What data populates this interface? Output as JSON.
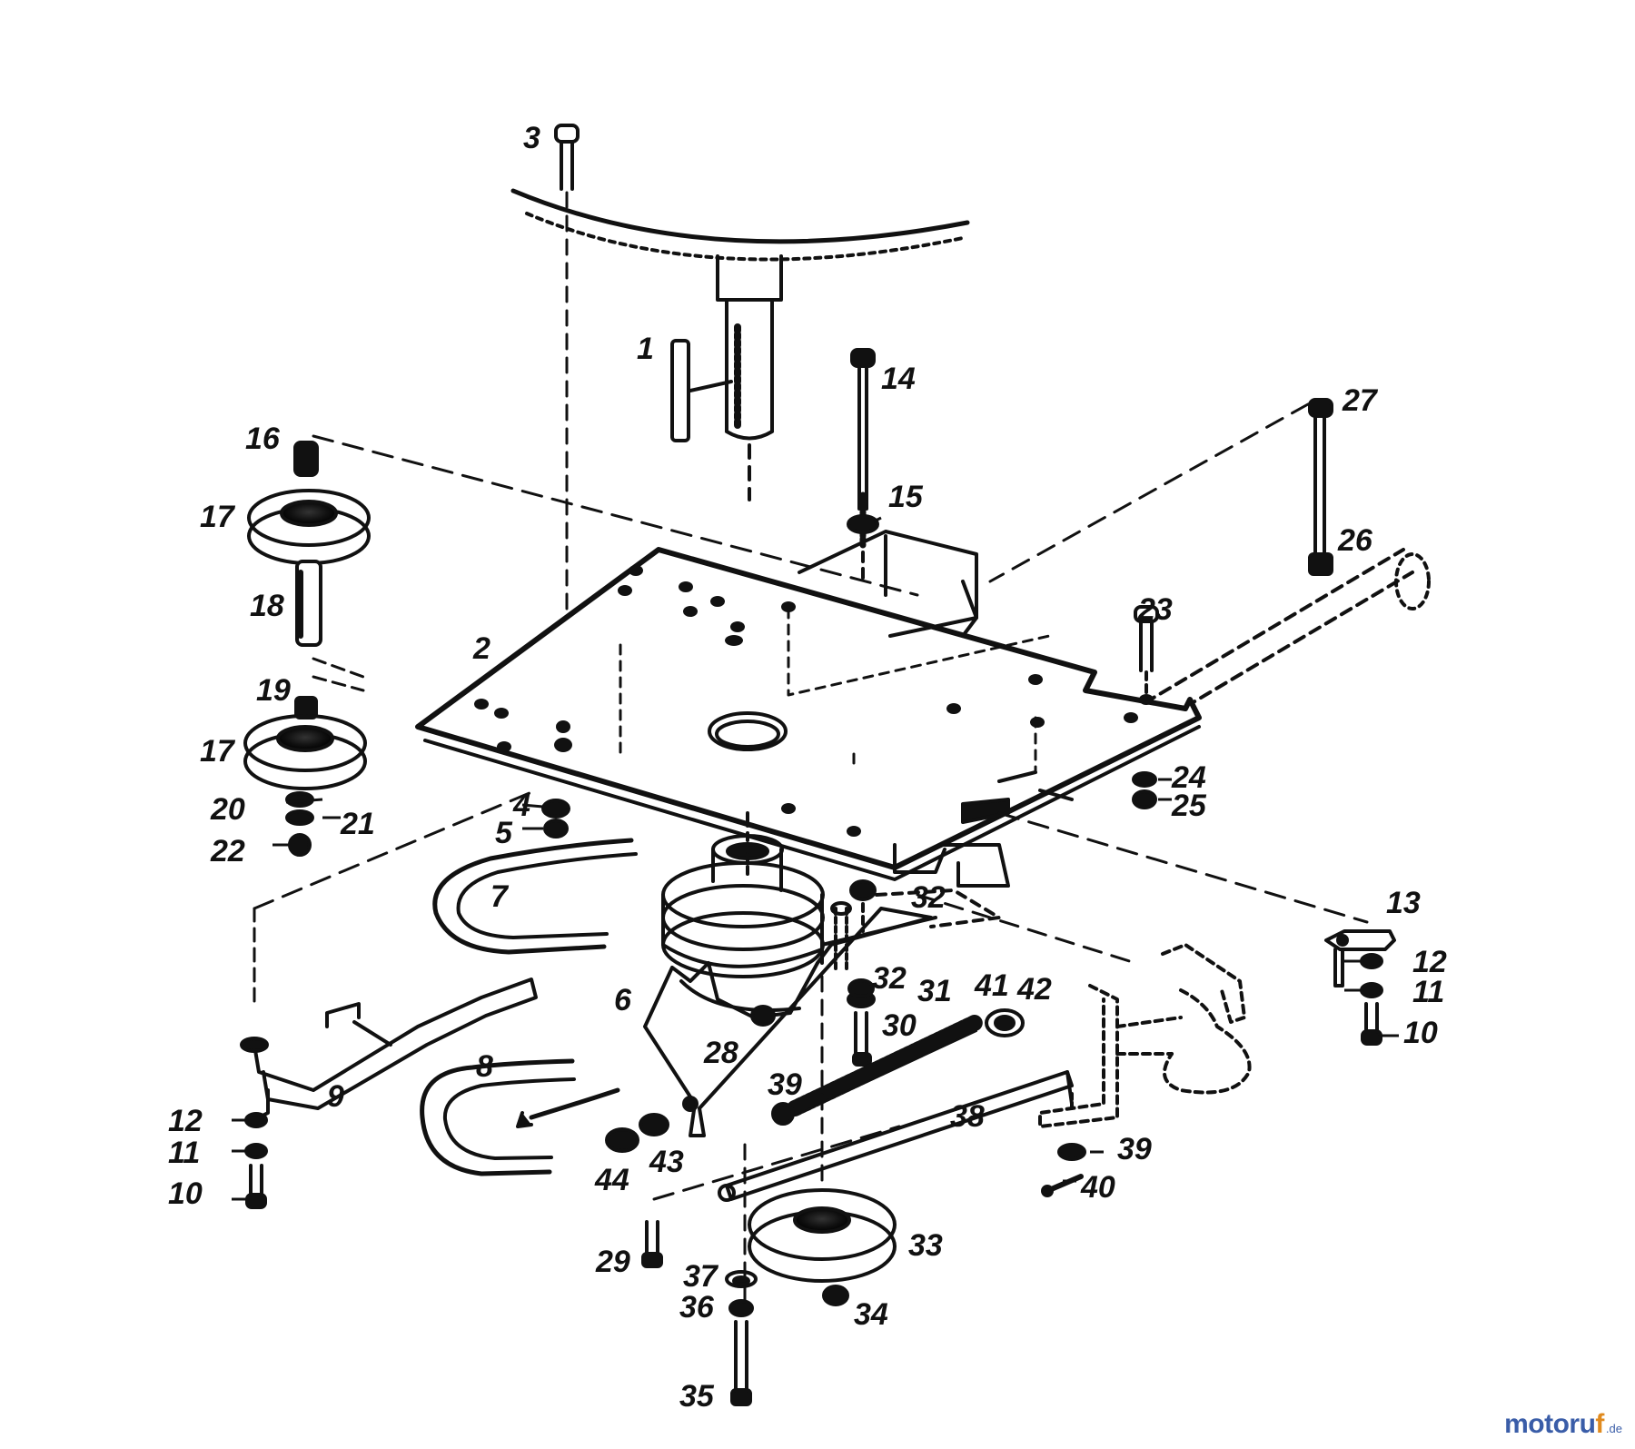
{
  "diagram": {
    "parts": [
      "1",
      "2",
      "3",
      "4",
      "5",
      "6",
      "7",
      "8",
      "9",
      "10",
      "10",
      "11",
      "11",
      "12",
      "12",
      "13",
      "14",
      "15",
      "16",
      "17",
      "17",
      "18",
      "19",
      "20",
      "21",
      "22",
      "23",
      "24",
      "25",
      "26",
      "27",
      "28",
      "29",
      "30",
      "31",
      "32",
      "32",
      "33",
      "34",
      "35",
      "36",
      "37",
      "38",
      "39",
      "39",
      "40",
      "41",
      "42",
      "43",
      "44"
    ]
  },
  "watermark": {
    "text_main": "motoru",
    "text_accent": "f",
    "text_tld": ".de",
    "colors": {
      "primary": "#3a5da8",
      "accent": "#e08a1e"
    }
  }
}
